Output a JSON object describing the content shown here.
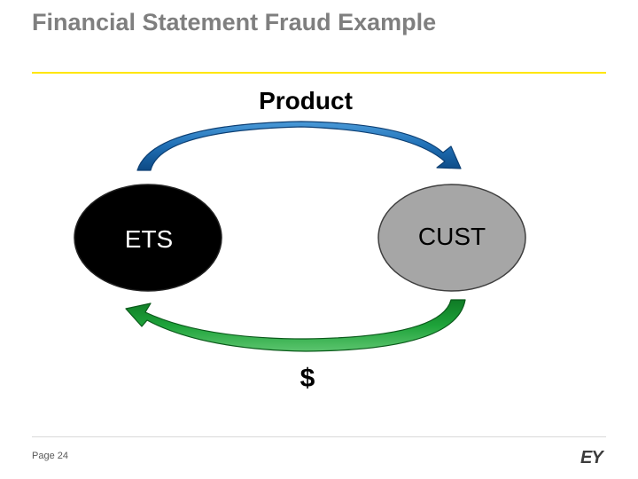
{
  "title": "Financial Statement Fraud Example",
  "diagram": {
    "node_left": "ETS",
    "node_right": "CUST",
    "top_flow_label": "Product",
    "bottom_flow_label": "$"
  },
  "footer": {
    "page_label": "Page 24",
    "logo": "EY"
  },
  "colors": {
    "title": "#7f7f7f",
    "accent_rule": "#ffe600",
    "ets_fill": "#000000",
    "cust_fill": "#a6a6a6",
    "product_arrow": "#1f6fb5",
    "money_arrow": "#1ea33a"
  }
}
